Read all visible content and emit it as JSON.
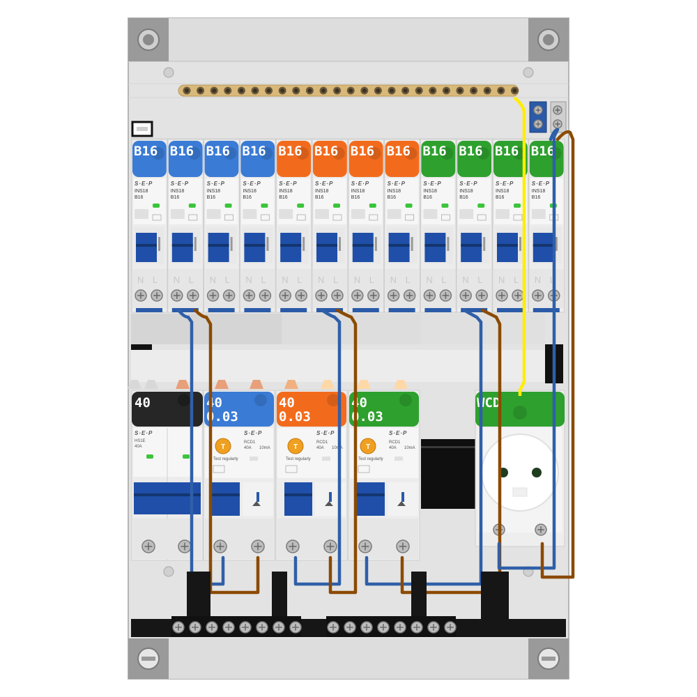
{
  "colors": {
    "blue": "#3a7bd5",
    "orange": "#f26b1d",
    "green": "#2ea02e",
    "black": "#262626",
    "wire_blue": "#2f5fa8",
    "wire_brown": "#8b4a00",
    "wire_yellow": "#ffee00",
    "busbar": "#d9b97a"
  },
  "mcbs": [
    {
      "label": "B16",
      "color": "blue",
      "model": "INS18",
      "rating": "B16"
    },
    {
      "label": "B16",
      "color": "blue",
      "model": "INS18",
      "rating": "B16"
    },
    {
      "label": "B16",
      "color": "blue",
      "model": "INS18",
      "rating": "B16"
    },
    {
      "label": "B16",
      "color": "blue",
      "model": "INS18",
      "rating": "B16"
    },
    {
      "label": "B16",
      "color": "orange",
      "model": "INS18",
      "rating": "B16"
    },
    {
      "label": "B16",
      "color": "orange",
      "model": "INS18",
      "rating": "B16"
    },
    {
      "label": "B16",
      "color": "orange",
      "model": "INS18",
      "rating": "B16"
    },
    {
      "label": "B16",
      "color": "orange",
      "model": "INS18",
      "rating": "B16"
    },
    {
      "label": "B16",
      "color": "green",
      "model": "INS18",
      "rating": "B16"
    },
    {
      "label": "B16",
      "color": "green",
      "model": "INS18",
      "rating": "B16"
    },
    {
      "label": "B16",
      "color": "green",
      "model": "INS18",
      "rating": "B16"
    },
    {
      "label": "B16",
      "color": "green",
      "model": "INS18",
      "rating": "B16"
    }
  ],
  "brand": "S·E·P",
  "terminal_letters": [
    "N",
    "L"
  ],
  "main_switch": {
    "label": "40",
    "color": "black",
    "model": "HS1E",
    "rating": "40A"
  },
  "rcds": [
    {
      "line1": "40",
      "line2": "0.03",
      "color": "blue",
      "model": "RCD1",
      "rating": "40A",
      "trip": "10mA",
      "test_text": "Test regularly",
      "test_button": "T"
    },
    {
      "line1": "40",
      "line2": "0.03",
      "color": "orange",
      "model": "RCD1",
      "rating": "40A",
      "trip": "10mA",
      "test_text": "Test regularly",
      "test_button": "T"
    },
    {
      "line1": "40",
      "line2": "0.03",
      "color": "green",
      "model": "RCD1",
      "rating": "40A",
      "trip": "10mA",
      "test_text": "Test regularly",
      "test_button": "T"
    }
  ],
  "socket": {
    "label": "WCD",
    "color": "green"
  }
}
